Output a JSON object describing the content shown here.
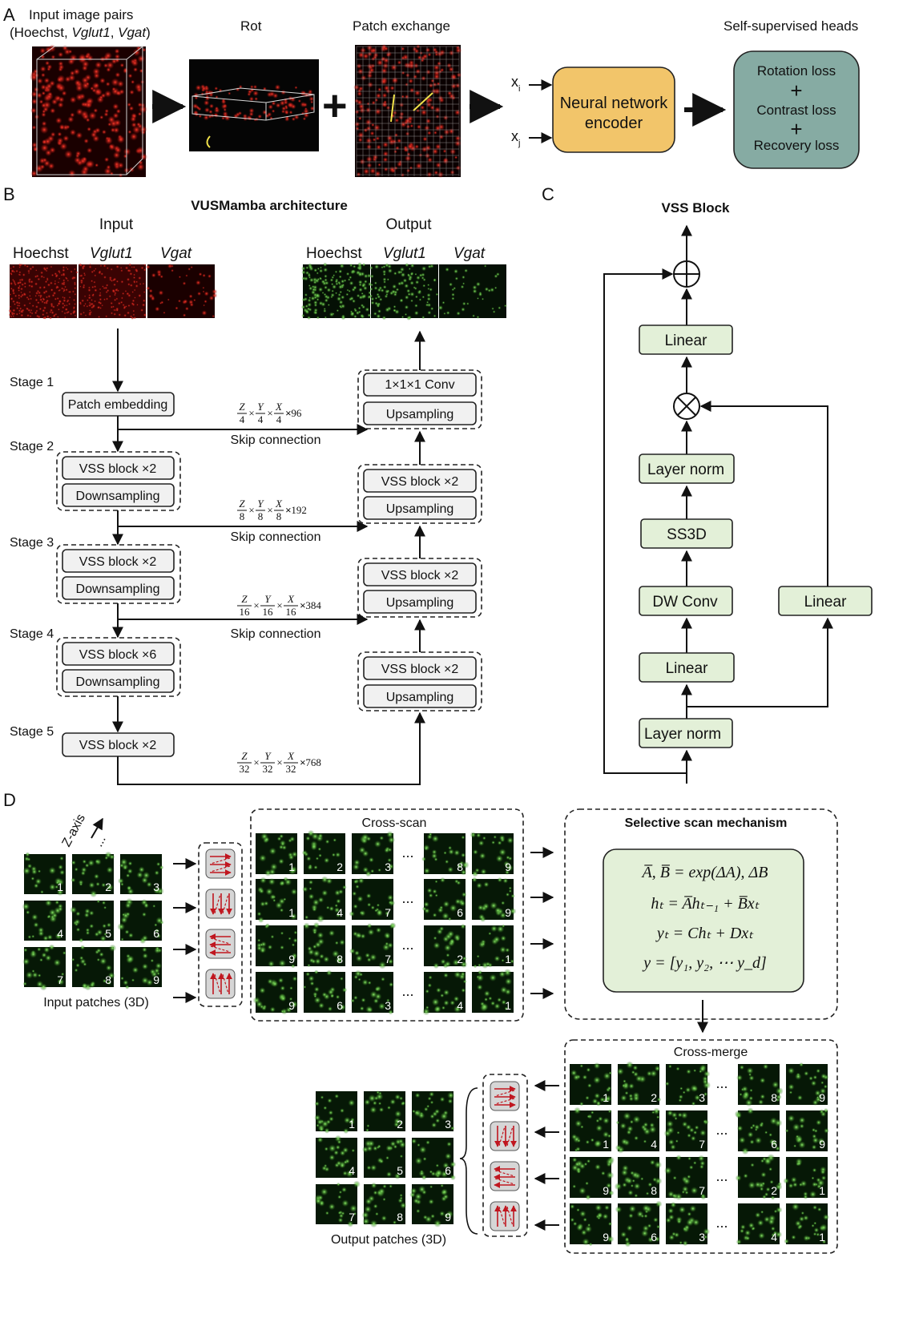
{
  "panel_a": {
    "letter": "A",
    "input_title_line1": "Input image pairs",
    "input_title_line2_pre": "(Hoechst, ",
    "input_title_vglut1": "Vglut1",
    "input_title_sep": ", ",
    "input_title_vgat": "Vgat",
    "input_title_post": ")",
    "rot_title": "Rot",
    "patch_exchange_title": "Patch exchange",
    "heads_title": "Self-supervised heads",
    "xi_label": "x",
    "xi_sub": "i",
    "xj_label": "x",
    "xj_sub": "j",
    "encoder_line1": "Neural network",
    "encoder_line2": "encoder",
    "loss_rotation": "Rotation loss",
    "loss_contrast": "Contrast loss",
    "loss_recovery": "Recovery loss",
    "plus": "+",
    "colors": {
      "encoder": "#f2c56a",
      "heads": "#86aba3",
      "microscopy_red": "#d91a1a"
    }
  },
  "panel_b": {
    "letter": "B",
    "title": "VUSMamba architecture",
    "input_label": "Input",
    "output_label": "Output",
    "channels": [
      "Hoechst",
      "Vglut1",
      "Vgat"
    ],
    "stages": [
      "Stage 1",
      "Stage 2",
      "Stage 3",
      "Stage 4",
      "Stage 5"
    ],
    "patch_embedding": "Patch embedding",
    "encoder_blocks": [
      "VSS block ×2",
      "VSS block ×2",
      "VSS block ×6"
    ],
    "downsampling": "Downsampling",
    "bottleneck": "VSS block ×2",
    "decoder_top": [
      "1×1×1 Conv",
      "Upsampling"
    ],
    "decoder_blocks": [
      "VSS block ×2",
      "VSS block ×2",
      "VSS block ×2"
    ],
    "upsampling": "Upsampling",
    "skip_label": "Skip connection",
    "dims": [
      {
        "d": "4",
        "c": "×96"
      },
      {
        "d": "8",
        "c": "×192"
      },
      {
        "d": "16",
        "c": "×384"
      },
      {
        "d": "32",
        "c": "×768"
      }
    ],
    "dim_vars": [
      "Z",
      "Y",
      "X"
    ],
    "times": "×"
  },
  "panel_c": {
    "letter": "C",
    "title": "VSS Block",
    "blocks": {
      "linear_top": "Linear",
      "layer_norm_top": "Layer norm",
      "ss3d": "SS3D",
      "dw_conv": "DW Conv",
      "linear_mid": "Linear",
      "layer_norm_bottom": "Layer norm",
      "linear_side": "Linear"
    },
    "colors": {
      "block_fill": "#e3f0d8"
    }
  },
  "panel_d": {
    "letter": "D",
    "zaxis_label": "Z-axis",
    "ellipsis": "...",
    "input_caption": "Input patches (3D)",
    "output_caption": "Output patches (3D)",
    "cross_scan_title": "Cross-scan",
    "cross_merge_title": "Cross-merge",
    "selective_title": "Selective scan mechanism",
    "grid_numbers": [
      "1",
      "2",
      "3",
      "4",
      "5",
      "6",
      "7",
      "8",
      "9"
    ],
    "scan_rows": [
      [
        "1",
        "2",
        "3",
        "8",
        "9"
      ],
      [
        "1",
        "4",
        "7",
        "6",
        "9"
      ],
      [
        "9",
        "8",
        "7",
        "2",
        "1"
      ],
      [
        "9",
        "6",
        "3",
        "4",
        "1"
      ]
    ],
    "equations": [
      "A̅, B̅ = exp(ΔA), ΔB",
      "hₜ = A̅hₜ₋₁ + B̅xₜ",
      "yₜ = Chₜ + Dxₜ",
      "y = [y₁, y₂, ⋯ y_d]"
    ],
    "colors": {
      "microscopy_green": "#2a8a1a",
      "scan_arrow": "#c0161f"
    }
  }
}
